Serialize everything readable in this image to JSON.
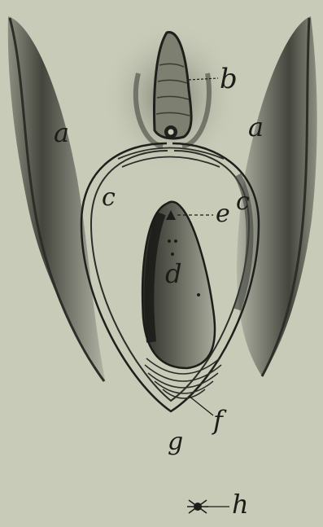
{
  "figure": {
    "labels": {
      "a_left": "a",
      "a_right": "a",
      "b": "b",
      "c_left": "c",
      "c_right": "c",
      "d": "d",
      "e": "e",
      "f": "f",
      "g": "g",
      "h": "h"
    }
  },
  "colors": {
    "paper": "#c9cbb9",
    "ink": "#1c1c18",
    "shade_dark": "#3b3d35",
    "shade_mid": "#6d6f62",
    "shade_light": "#9fa192"
  }
}
